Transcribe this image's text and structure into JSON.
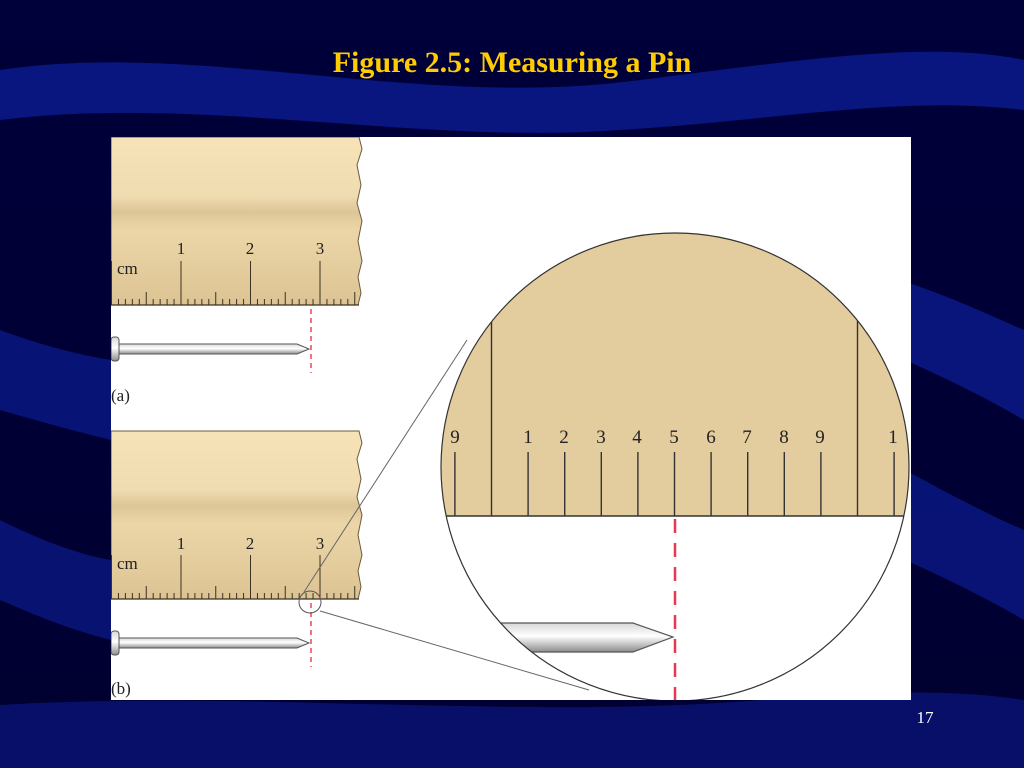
{
  "slide": {
    "title": "Figure 2.5: Measuring a Pin",
    "page_number": "17"
  },
  "figure": {
    "ruler_unit": "cm",
    "ruler_labels": [
      "1",
      "2",
      "3"
    ],
    "panel_a_label": "(a)",
    "panel_b_label": "(b)",
    "magnified_labels": [
      "9",
      "1",
      "2",
      "3",
      "4",
      "5",
      "6",
      "7",
      "8",
      "9",
      "1"
    ]
  },
  "colors": {
    "background": "#00003a",
    "swoosh": "#0b1a8c",
    "title": "#ffcc00",
    "ruler_fill": "#e8d3a6",
    "guide_line": "#e8384f"
  }
}
